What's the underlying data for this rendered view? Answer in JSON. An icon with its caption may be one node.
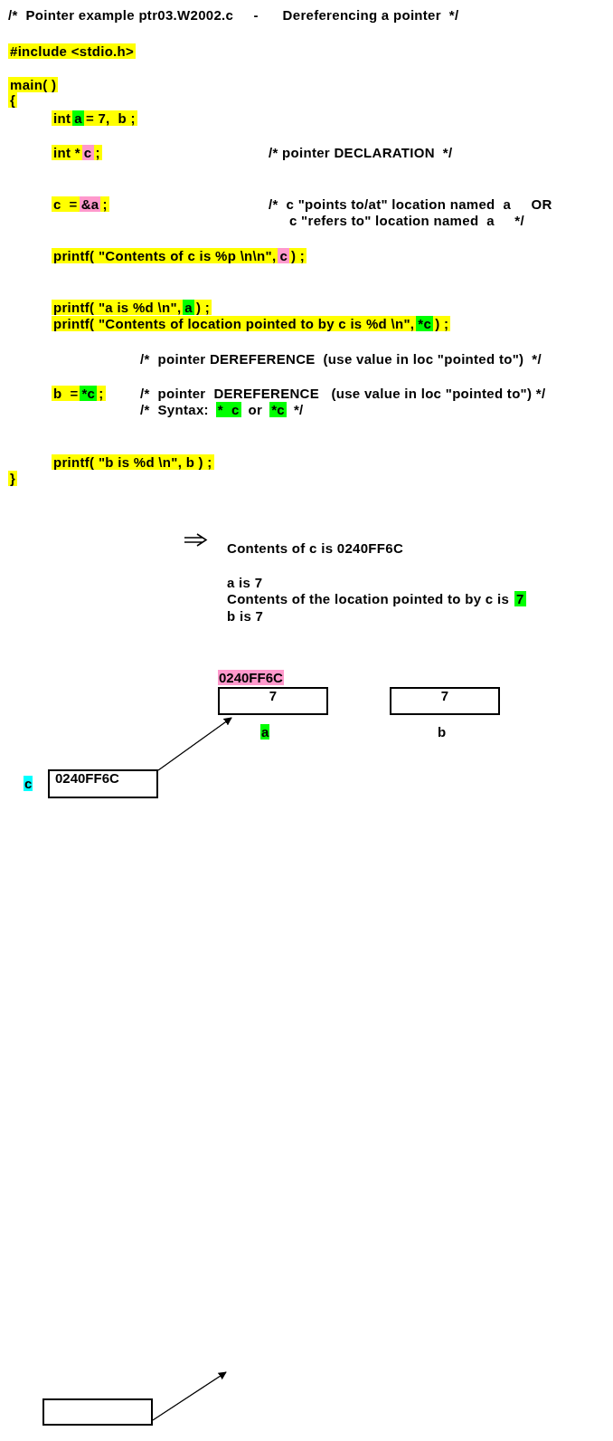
{
  "diagram": {
    "nodes": [
      {
        "text": [
          "7"
        ],
        "beside": [
          "0240FF6C",
          "a"
        ]
      },
      {
        "text": [
          "7"
        ],
        "beside": [
          "b"
        ]
      },
      {
        "text": [
          "0240FF6C"
        ],
        "beside": [
          "c"
        ]
      },
      {
        "text": [],
        "shape": "box"
      }
    ],
    "edges": [
      {
        "from": 2,
        "to": 0,
        "arrow": "to"
      },
      {
        "from": 3,
        "to": null,
        "arrow": "to"
      }
    ],
    "labels": [
      "/*  Pointer example ptr03.W2002.c     -      Dereferencing a pointer  */",
      "#include <stdio.h>",
      "main( )",
      "{",
      "int",
      "a",
      "= 7,  b ;",
      "int *",
      "c",
      ";",
      "/* pointer DECLARATION  */",
      "c  =",
      "&a",
      ";",
      "/*  c \"points to/at\" location named  a     OR",
      "c \"refers to\" location named  a     */",
      "printf( \"Contents of c is %p \\n\\n\",",
      "c",
      ") ;",
      "printf( \"a is %d \\n\",",
      "a",
      ") ;",
      "printf( \"Contents of location pointed to by c is %d \\n\",",
      "*c",
      ") ;",
      "/*  pointer DEREFERENCE  (use value in loc \"pointed to\")  */",
      "b  =",
      "*c",
      ";",
      "/*  pointer  DEREFERENCE   (use value in loc \"pointed to\") */",
      "/*  Syntax:",
      "*  c",
      "or",
      "*c",
      "*/",
      "printf( \"b is %d \\n\", b ) ;",
      "}",
      "Contents of c is 0240FF6C",
      "a is 7",
      "Contents of the location pointed to by c is",
      "7",
      "b is 7"
    ]
  }
}
